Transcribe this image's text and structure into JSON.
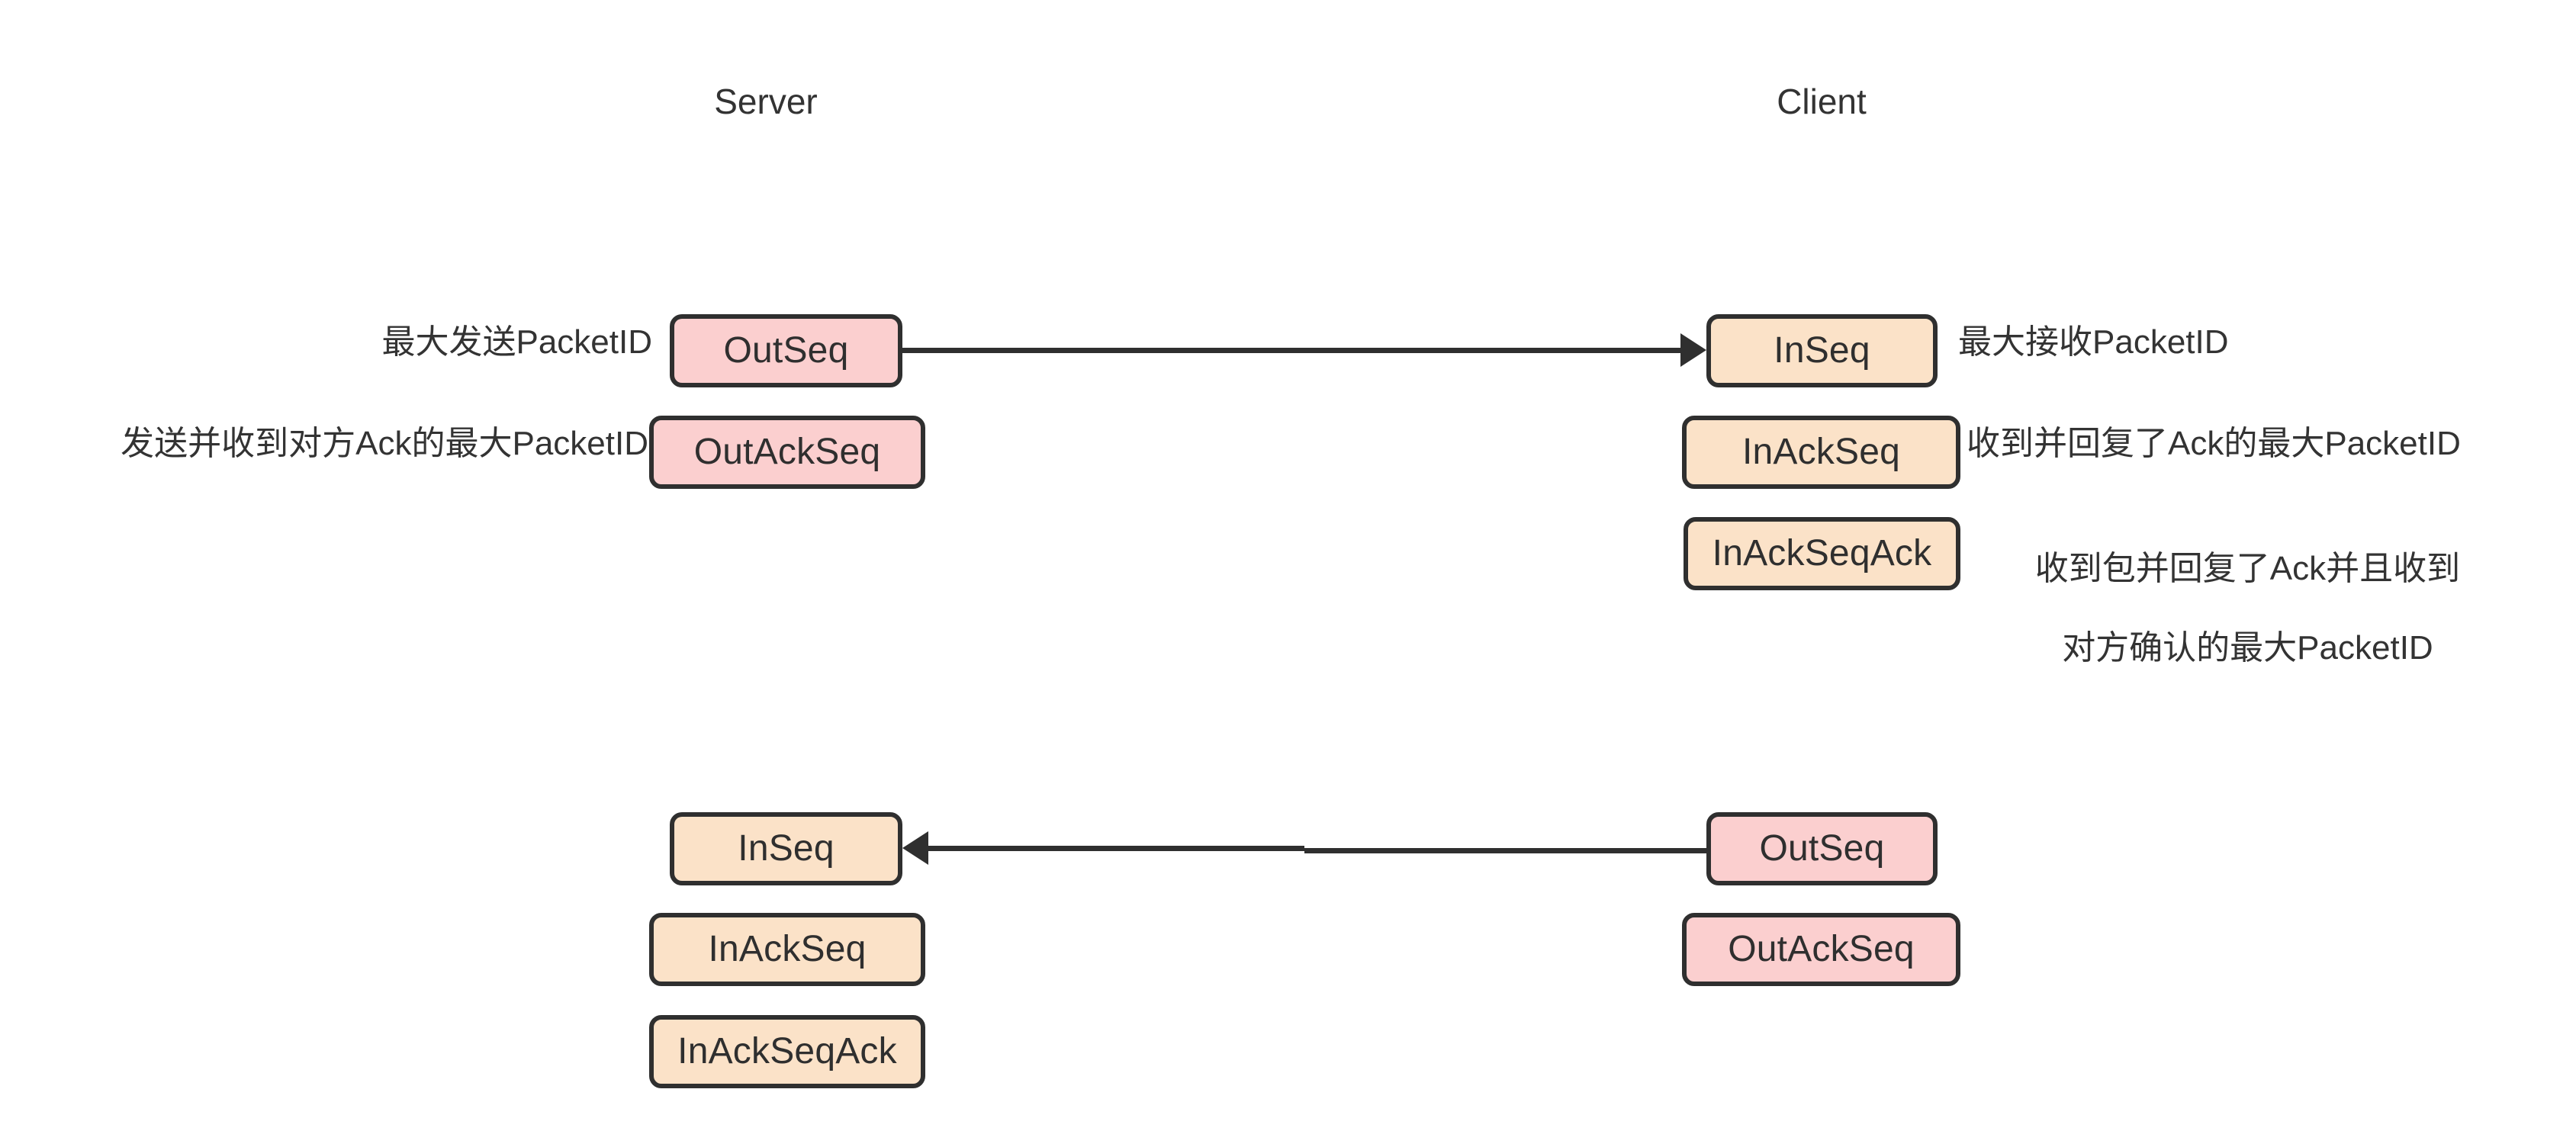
{
  "diagram": {
    "title_server": "Server",
    "title_client": "Client",
    "columns": [
      {
        "name": "server",
        "label": "Server"
      },
      {
        "name": "client",
        "label": "Client"
      }
    ],
    "nodes": [
      {
        "id": "server-top-outseq",
        "label": "OutSeq",
        "color": "#fbcfcf",
        "side": "server",
        "group": "top"
      },
      {
        "id": "server-top-outackseq",
        "label": "OutAckSeq",
        "color": "#fbcfcf",
        "side": "server",
        "group": "top"
      },
      {
        "id": "client-top-inseq",
        "label": "InSeq",
        "color": "#fbe2c8",
        "side": "client",
        "group": "top"
      },
      {
        "id": "client-top-inackseq",
        "label": "InAckSeq",
        "color": "#fbe2c8",
        "side": "client",
        "group": "top"
      },
      {
        "id": "client-top-inackseqack",
        "label": "InAckSeqAck",
        "color": "#fbe2c8",
        "side": "client",
        "group": "top"
      },
      {
        "id": "server-bottom-inseq",
        "label": "InSeq",
        "color": "#fbe2c8",
        "side": "server",
        "group": "bottom"
      },
      {
        "id": "server-bottom-inackseq",
        "label": "InAckSeq",
        "color": "#fbe2c8",
        "side": "server",
        "group": "bottom"
      },
      {
        "id": "server-bottom-inackseqack",
        "label": "InAckSeqAck",
        "color": "#fbe2c8",
        "side": "server",
        "group": "bottom"
      },
      {
        "id": "client-bottom-outseq",
        "label": "OutSeq",
        "color": "#fbcfcf",
        "side": "client",
        "group": "bottom"
      },
      {
        "id": "client-bottom-outackseq",
        "label": "OutAckSeq",
        "color": "#fbcfcf",
        "side": "client",
        "group": "bottom"
      }
    ],
    "annotations": [
      {
        "id": "note-outseq",
        "text": "最大发送PacketID",
        "for": "server-top-outseq"
      },
      {
        "id": "note-outackseq",
        "text": "发送并收到对方Ack的最大PacketID",
        "for": "server-top-outackseq"
      },
      {
        "id": "note-inseq",
        "text": "最大接收PacketID",
        "for": "client-top-inseq"
      },
      {
        "id": "note-inackseq",
        "text": "收到并回复了Ack的最大PacketID",
        "for": "client-top-inackseq"
      },
      {
        "id": "note-inackseqack-l1",
        "text": "收到包并回复了Ack并且收到",
        "for": "client-top-inackseqack"
      },
      {
        "id": "note-inackseqack-l2",
        "text": "对方确认的最大PacketID",
        "for": "client-top-inackseqack"
      }
    ],
    "connectors": [
      {
        "id": "arrow-server-to-client",
        "from": "server-top-outseq",
        "to": "client-top-inseq",
        "direction": "right"
      },
      {
        "id": "arrow-client-to-server",
        "from": "client-bottom-outseq",
        "to": "server-bottom-inseq",
        "direction": "left"
      }
    ],
    "colors": {
      "outgoing_fill": "#fbcfcf",
      "incoming_fill": "#fbe2c8",
      "stroke": "#2f2f2f",
      "text": "#333333",
      "background": "#ffffff"
    }
  }
}
